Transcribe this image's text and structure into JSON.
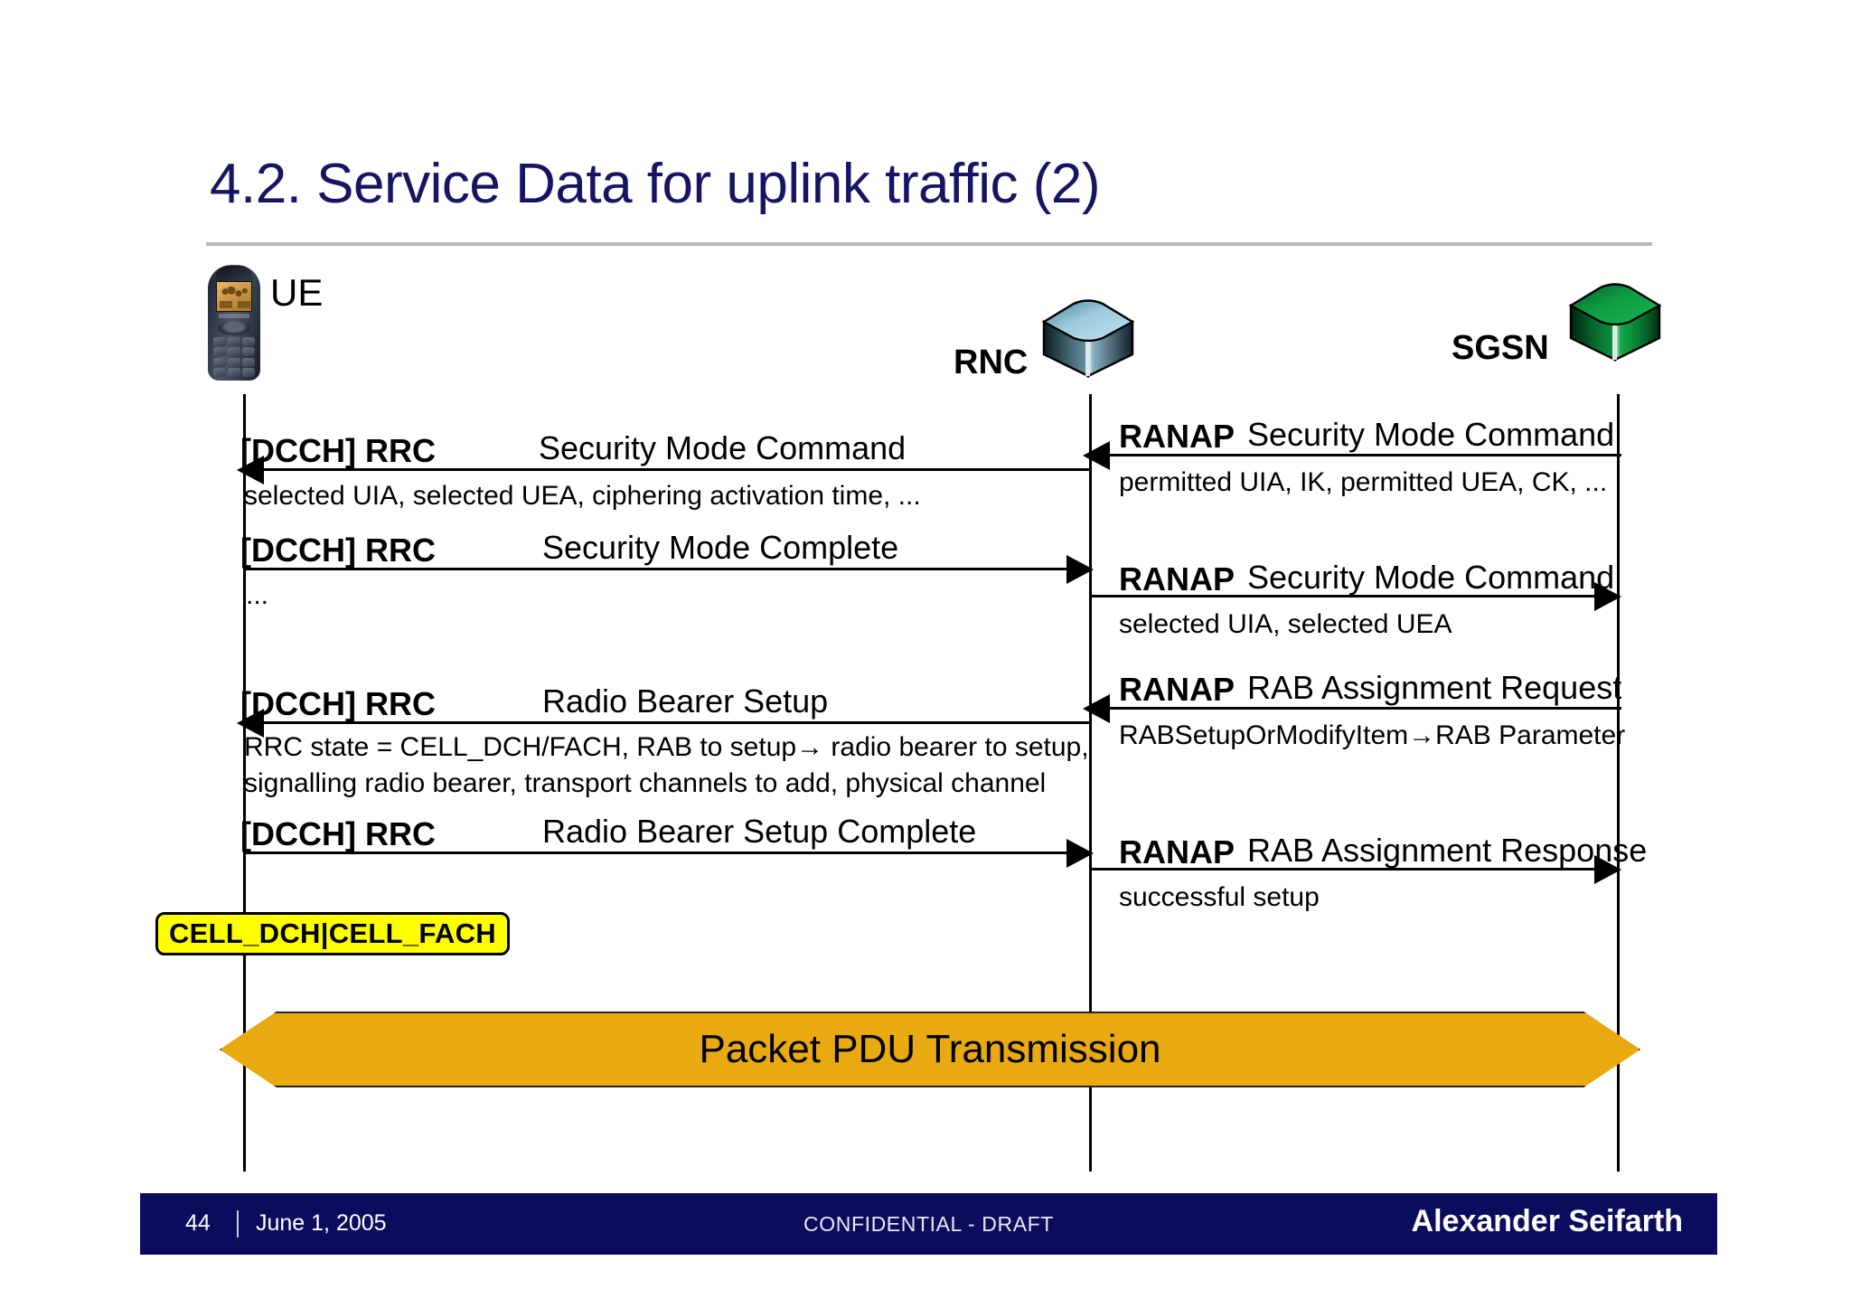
{
  "slide": {
    "title": "4.2. Service Data for uplink traffic (2)"
  },
  "nodes": [
    {
      "id": "ue",
      "label": "UE",
      "icon": "mobile-phone-icon"
    },
    {
      "id": "rnc",
      "label": "RNC",
      "icon": "network-node-cube-icon"
    },
    {
      "id": "sgsn",
      "label": "SGSN",
      "icon": "network-node-cube-icon"
    }
  ],
  "left_messages": [
    {
      "protocol": "[DCCH] RRC",
      "name": "Security Mode Command",
      "direction": "left",
      "sub": [
        "selected UIA, selected UEA, ciphering activation time, ..."
      ]
    },
    {
      "protocol": "[DCCH] RRC",
      "name": "Security Mode Complete",
      "direction": "right",
      "sub": [
        "..."
      ]
    },
    {
      "protocol": "[DCCH] RRC",
      "name": "Radio Bearer Setup",
      "direction": "left",
      "sub": [
        "RRC state = CELL_DCH/FACH, RAB to setup→ radio bearer to setup,",
        "signalling radio bearer, transport channels to add, physical channel"
      ]
    },
    {
      "protocol": "[DCCH] RRC",
      "name": "Radio Bearer Setup Complete",
      "direction": "right",
      "sub": []
    }
  ],
  "right_messages": [
    {
      "protocol": "RANAP",
      "name": "Security Mode Command",
      "direction": "left",
      "sub": [
        "permitted UIA, IK, permitted UEA, CK, ..."
      ]
    },
    {
      "protocol": "RANAP",
      "name": "Security Mode Command",
      "direction": "right",
      "sub": [
        "selected UIA, selected UEA"
      ]
    },
    {
      "protocol": "RANAP",
      "name": "RAB Assignment Request",
      "direction": "left",
      "sub": [
        "RABSetupOrModifyItem→RAB Parameter"
      ]
    },
    {
      "protocol": "RANAP",
      "name": "RAB Assignment Response",
      "direction": "right",
      "sub": [
        "successful setup"
      ]
    }
  ],
  "state_box": {
    "label": "CELL_DCH|CELL_FACH",
    "fill": "#ffff00"
  },
  "pdu_banner": {
    "label": "Packet PDU Transmission",
    "fill": "#e8a911"
  },
  "footer": {
    "page": "44",
    "date": "June 1, 2005",
    "center": "CONFIDENTIAL - DRAFT",
    "author": "Alexander Seifarth",
    "bar_color": "#0c0c5e"
  },
  "colors": {
    "title": "#151563",
    "rnc_cube": "#8fb8cc",
    "sgsn_cube": "#0a8c3a"
  }
}
